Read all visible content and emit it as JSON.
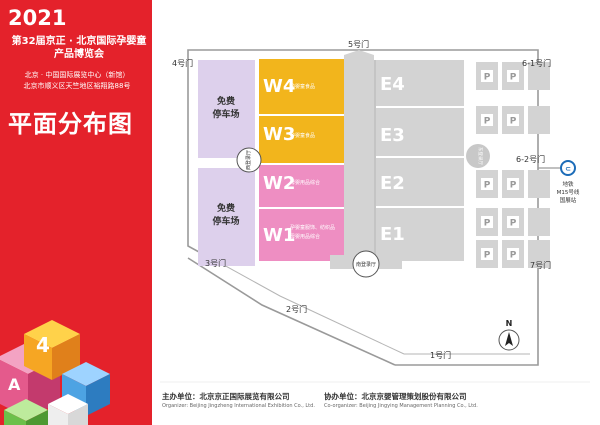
{
  "header": {
    "year": "2021",
    "title_line1": "第32届京正 · 北京国际孕婴童",
    "title_line2": "产品博览会",
    "venue": "北京 · 中国国际展览中心（新馆）",
    "address": "北京市顺义区天竺地区裕翔路88号",
    "plan_title": "平面分布图"
  },
  "gates": {
    "gate1": "1号门",
    "gate2": "2号门",
    "gate3": "3号门",
    "gate4": "4号门",
    "gate5": "5号门",
    "gate6_1": "6-1号门",
    "gate6_2": "6-2号门",
    "gate7": "7号门"
  },
  "parking": {
    "label_line1": "免费",
    "label_line2": "停车场",
    "p_marker": "P"
  },
  "halls": {
    "w4": {
      "code": "W4",
      "desc": "孕婴童食品"
    },
    "w3": {
      "code": "W3",
      "desc": "孕婴童食品"
    },
    "w2": {
      "code": "W2",
      "desc": "母婴用品综合"
    },
    "w1": {
      "code": "W1",
      "desc_line1": "孕婴童服饰、纺织品",
      "desc_line2": "母婴用品综合"
    },
    "e4": "E4",
    "e3": "E3",
    "e2": "E2",
    "e1": "E1"
  },
  "lobbies": {
    "west": "西登录厅",
    "south": "南登录厅",
    "east": "东登录厅"
  },
  "metro": {
    "line1": "地铁",
    "line2": "M15号线",
    "line3": "国展站"
  },
  "compass": "N",
  "footer": {
    "organizer": "主办单位：北京京正国际展览有限公司",
    "organizer_en": "Organizer: Beijing Jingzheng International Exhibition Co., Ltd.",
    "co_organizer": "协办单位：北京京婴管理策划股份有限公司",
    "co_organizer_en": "Co-organizer: Beijing Jingying Management Planning Co., Ltd."
  },
  "colors": {
    "brand_red": "#e4222b",
    "parking_purple": "#ddd0ec",
    "food_yellow": "#f2b51c",
    "goods_pink": "#ee8ec2",
    "hall_gray": "#d3d3d3",
    "road_gray": "#9a9a9a",
    "metro_blue": "#1c6cb8"
  }
}
